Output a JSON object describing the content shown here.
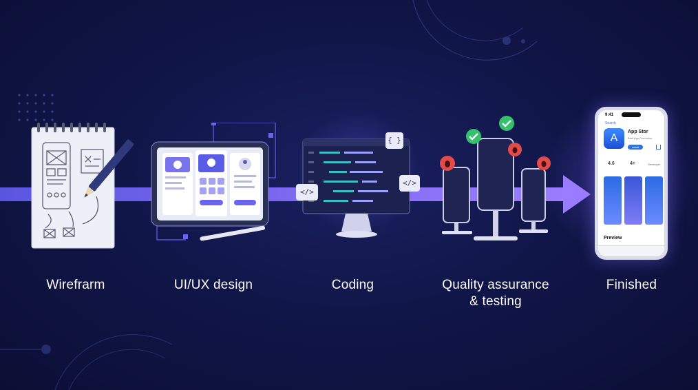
{
  "stages": [
    {
      "label": "Wirefrarm"
    },
    {
      "label": "UI/UX design"
    },
    {
      "label": "Coding"
    },
    {
      "label": "Quality assurance\n& testing"
    },
    {
      "label": "Finished"
    }
  ],
  "icons": {
    "code_brackets": "</>",
    "code_braces": "{ }"
  },
  "app_store": {
    "status_time": "9:41",
    "back_link": "Search",
    "app_name": "App Stor",
    "app_subtitle": "Best App Promotion",
    "install_label": "Install",
    "preview_label": "Preview",
    "rating": "4.6",
    "age": "4+",
    "developer": "Developer"
  },
  "colors": {
    "background": "#0f1445",
    "arrow": "#7b6cf6",
    "check": "#35c16b",
    "bug": "#e34b4b"
  }
}
